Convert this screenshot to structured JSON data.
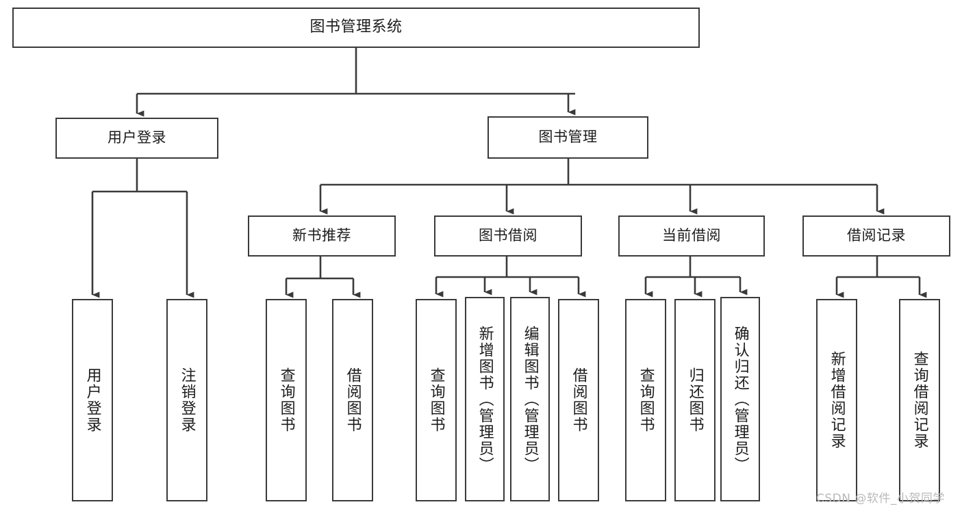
{
  "diagram": {
    "type": "tree",
    "title": "图书管理系统",
    "watermark": "CSDN @软件_小贺同学",
    "colors": {
      "border": "#3a3a3a",
      "background": "#ffffff",
      "text": "#1c1c1c",
      "edge": "#3a3a3a",
      "watermark": "#b9b9b9"
    },
    "nodes": {
      "root": {
        "label": "图书管理系统"
      },
      "level1": [
        {
          "id": "user-login",
          "label": "用户登录"
        },
        {
          "id": "book-manage",
          "label": "图书管理"
        }
      ],
      "level2": [
        {
          "id": "new-book-rec",
          "label": "新书推荐"
        },
        {
          "id": "book-borrow",
          "label": "图书借阅"
        },
        {
          "id": "current-borrow",
          "label": "当前借阅"
        },
        {
          "id": "borrow-record",
          "label": "借阅记录"
        }
      ],
      "leaves": {
        "user_login": [
          {
            "id": "leaf-user-login",
            "label": "用户登录"
          },
          {
            "id": "leaf-logout",
            "label": "注销登录"
          }
        ],
        "new_book_rec": [
          {
            "id": "leaf-query-book-1",
            "label": "查询图书"
          },
          {
            "id": "leaf-borrow-book-1",
            "label": "借阅图书"
          }
        ],
        "book_borrow": [
          {
            "id": "leaf-query-book-2",
            "label": "查询图书"
          },
          {
            "id": "leaf-add-book",
            "label": "新增图书（管理员）"
          },
          {
            "id": "leaf-edit-book",
            "label": "编辑图书（管理员）"
          },
          {
            "id": "leaf-borrow-book-2",
            "label": "借阅图书"
          }
        ],
        "current_borrow": [
          {
            "id": "leaf-query-book-3",
            "label": "查询图书"
          },
          {
            "id": "leaf-return-book",
            "label": "归还图书"
          },
          {
            "id": "leaf-confirm-return",
            "label": "确认归还（管理员）"
          }
        ],
        "borrow_record": [
          {
            "id": "leaf-add-record",
            "label": "新增借阅记录"
          },
          {
            "id": "leaf-query-record",
            "label": "查询借阅记录"
          }
        ]
      }
    }
  }
}
